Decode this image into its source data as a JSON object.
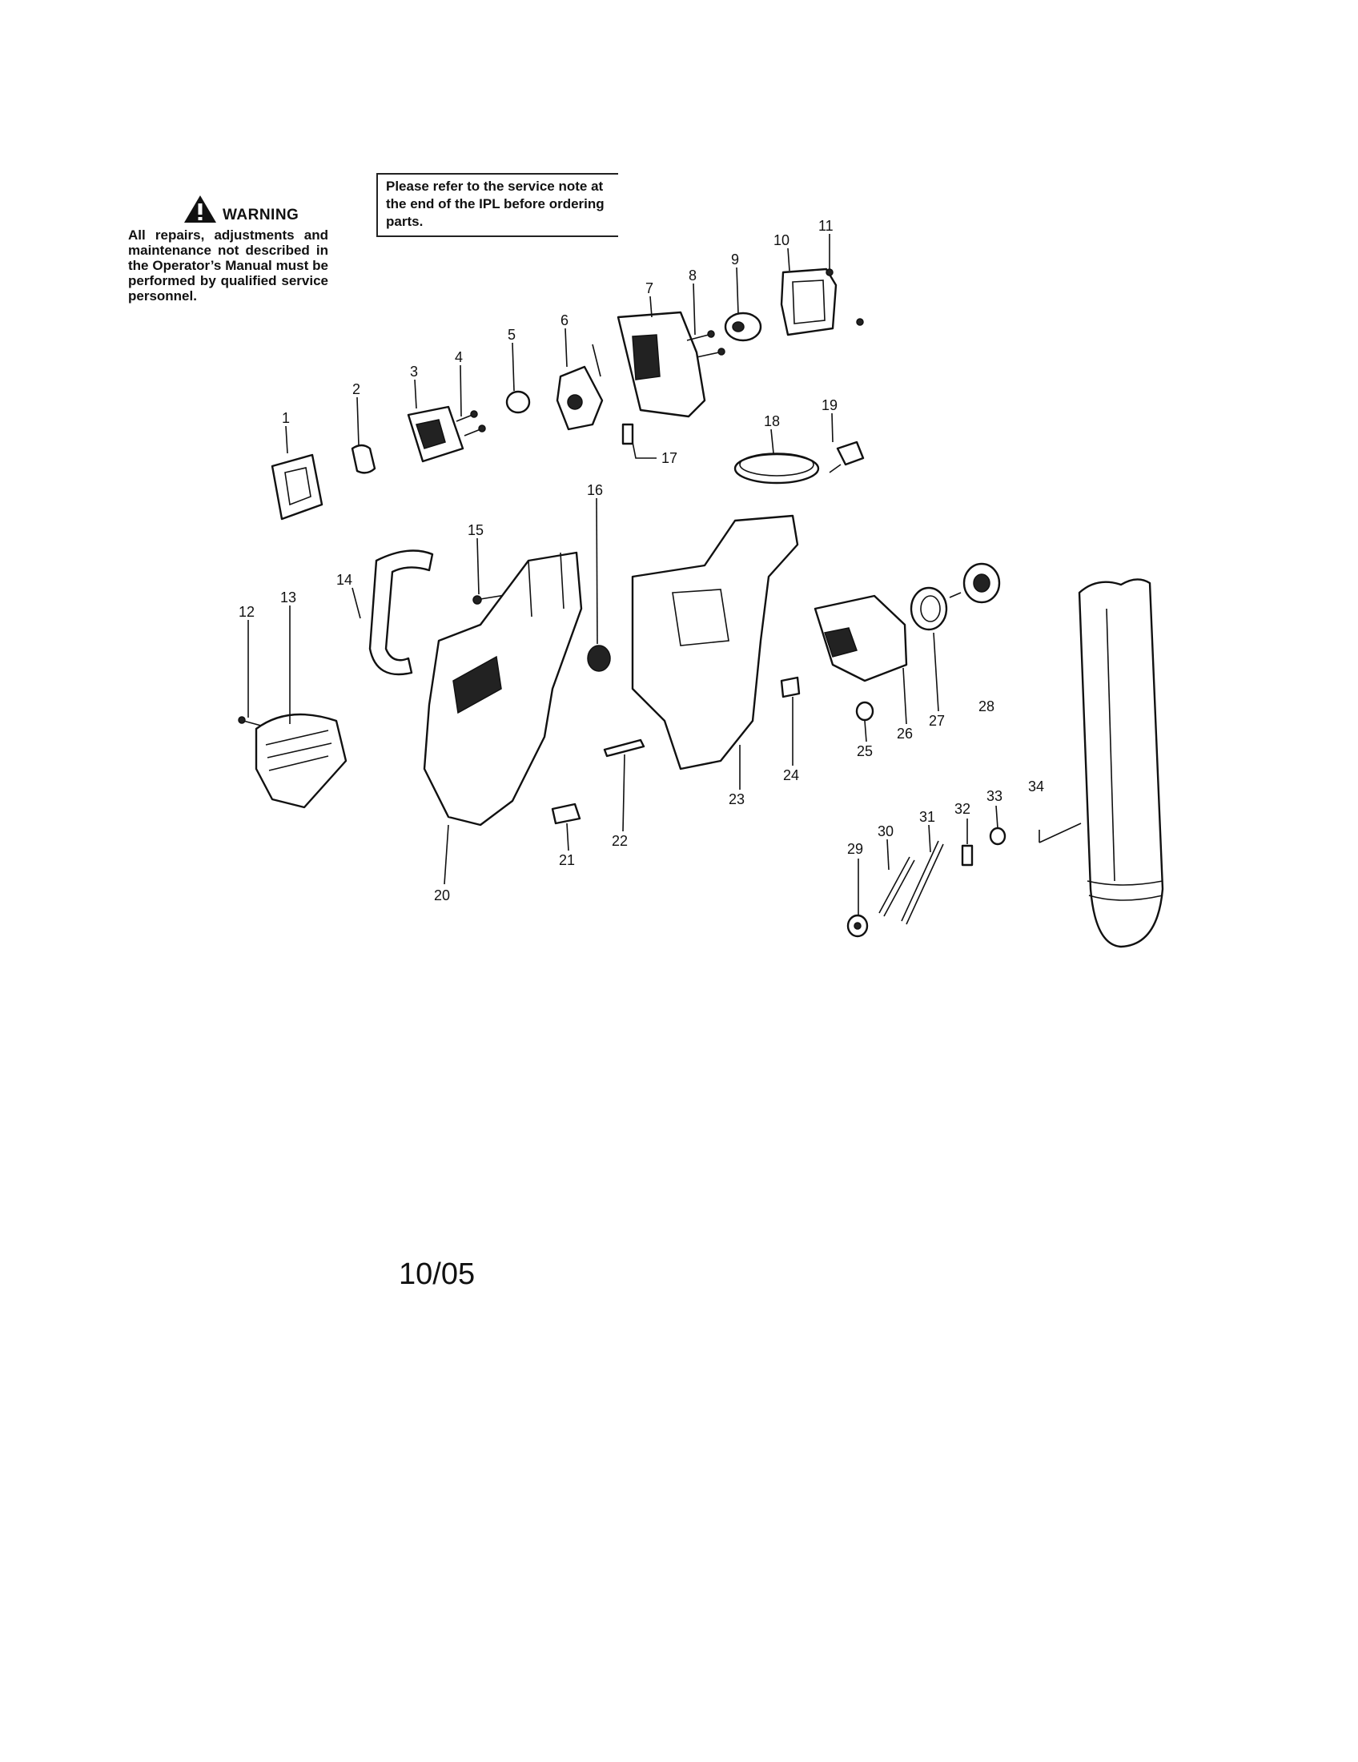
{
  "warning": {
    "title": "WARNING",
    "body": "All repairs, adjustments and maintenance not described in the Operator’s Manual must be performed by qualified service personnel."
  },
  "service_note": "Please refer to the service note at the end of the IPL before ordering parts.",
  "date_code": "10/05",
  "callouts": [
    "1",
    "2",
    "3",
    "4",
    "5",
    "6",
    "7",
    "8",
    "9",
    "10",
    "11",
    "12",
    "13",
    "14",
    "15",
    "16",
    "17",
    "18",
    "19",
    "20",
    "21",
    "22",
    "23",
    "24",
    "25",
    "26",
    "27",
    "28",
    "29",
    "30",
    "31",
    "32",
    "33",
    "34"
  ]
}
